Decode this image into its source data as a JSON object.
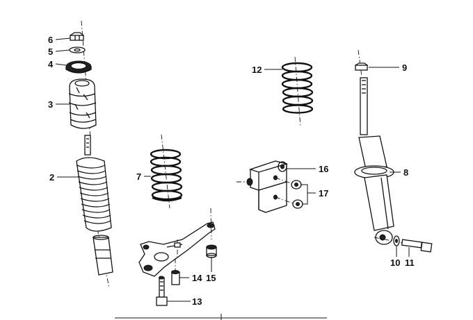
{
  "diagram": {
    "callouts": [
      {
        "id": "c6",
        "text": "6"
      },
      {
        "id": "c5",
        "text": "5"
      },
      {
        "id": "c4",
        "text": "4"
      },
      {
        "id": "c3",
        "text": "3"
      },
      {
        "id": "c2",
        "text": "2"
      },
      {
        "id": "c7",
        "text": "7"
      },
      {
        "id": "c12",
        "text": "12"
      },
      {
        "id": "c9",
        "text": "9"
      },
      {
        "id": "c8",
        "text": "8"
      },
      {
        "id": "c16",
        "text": "16"
      },
      {
        "id": "c17",
        "text": "17"
      },
      {
        "id": "c10",
        "text": "10"
      },
      {
        "id": "c11",
        "text": "11"
      },
      {
        "id": "c14",
        "text": "14"
      },
      {
        "id": "c15",
        "text": "15"
      },
      {
        "id": "c13",
        "text": "13"
      }
    ]
  }
}
